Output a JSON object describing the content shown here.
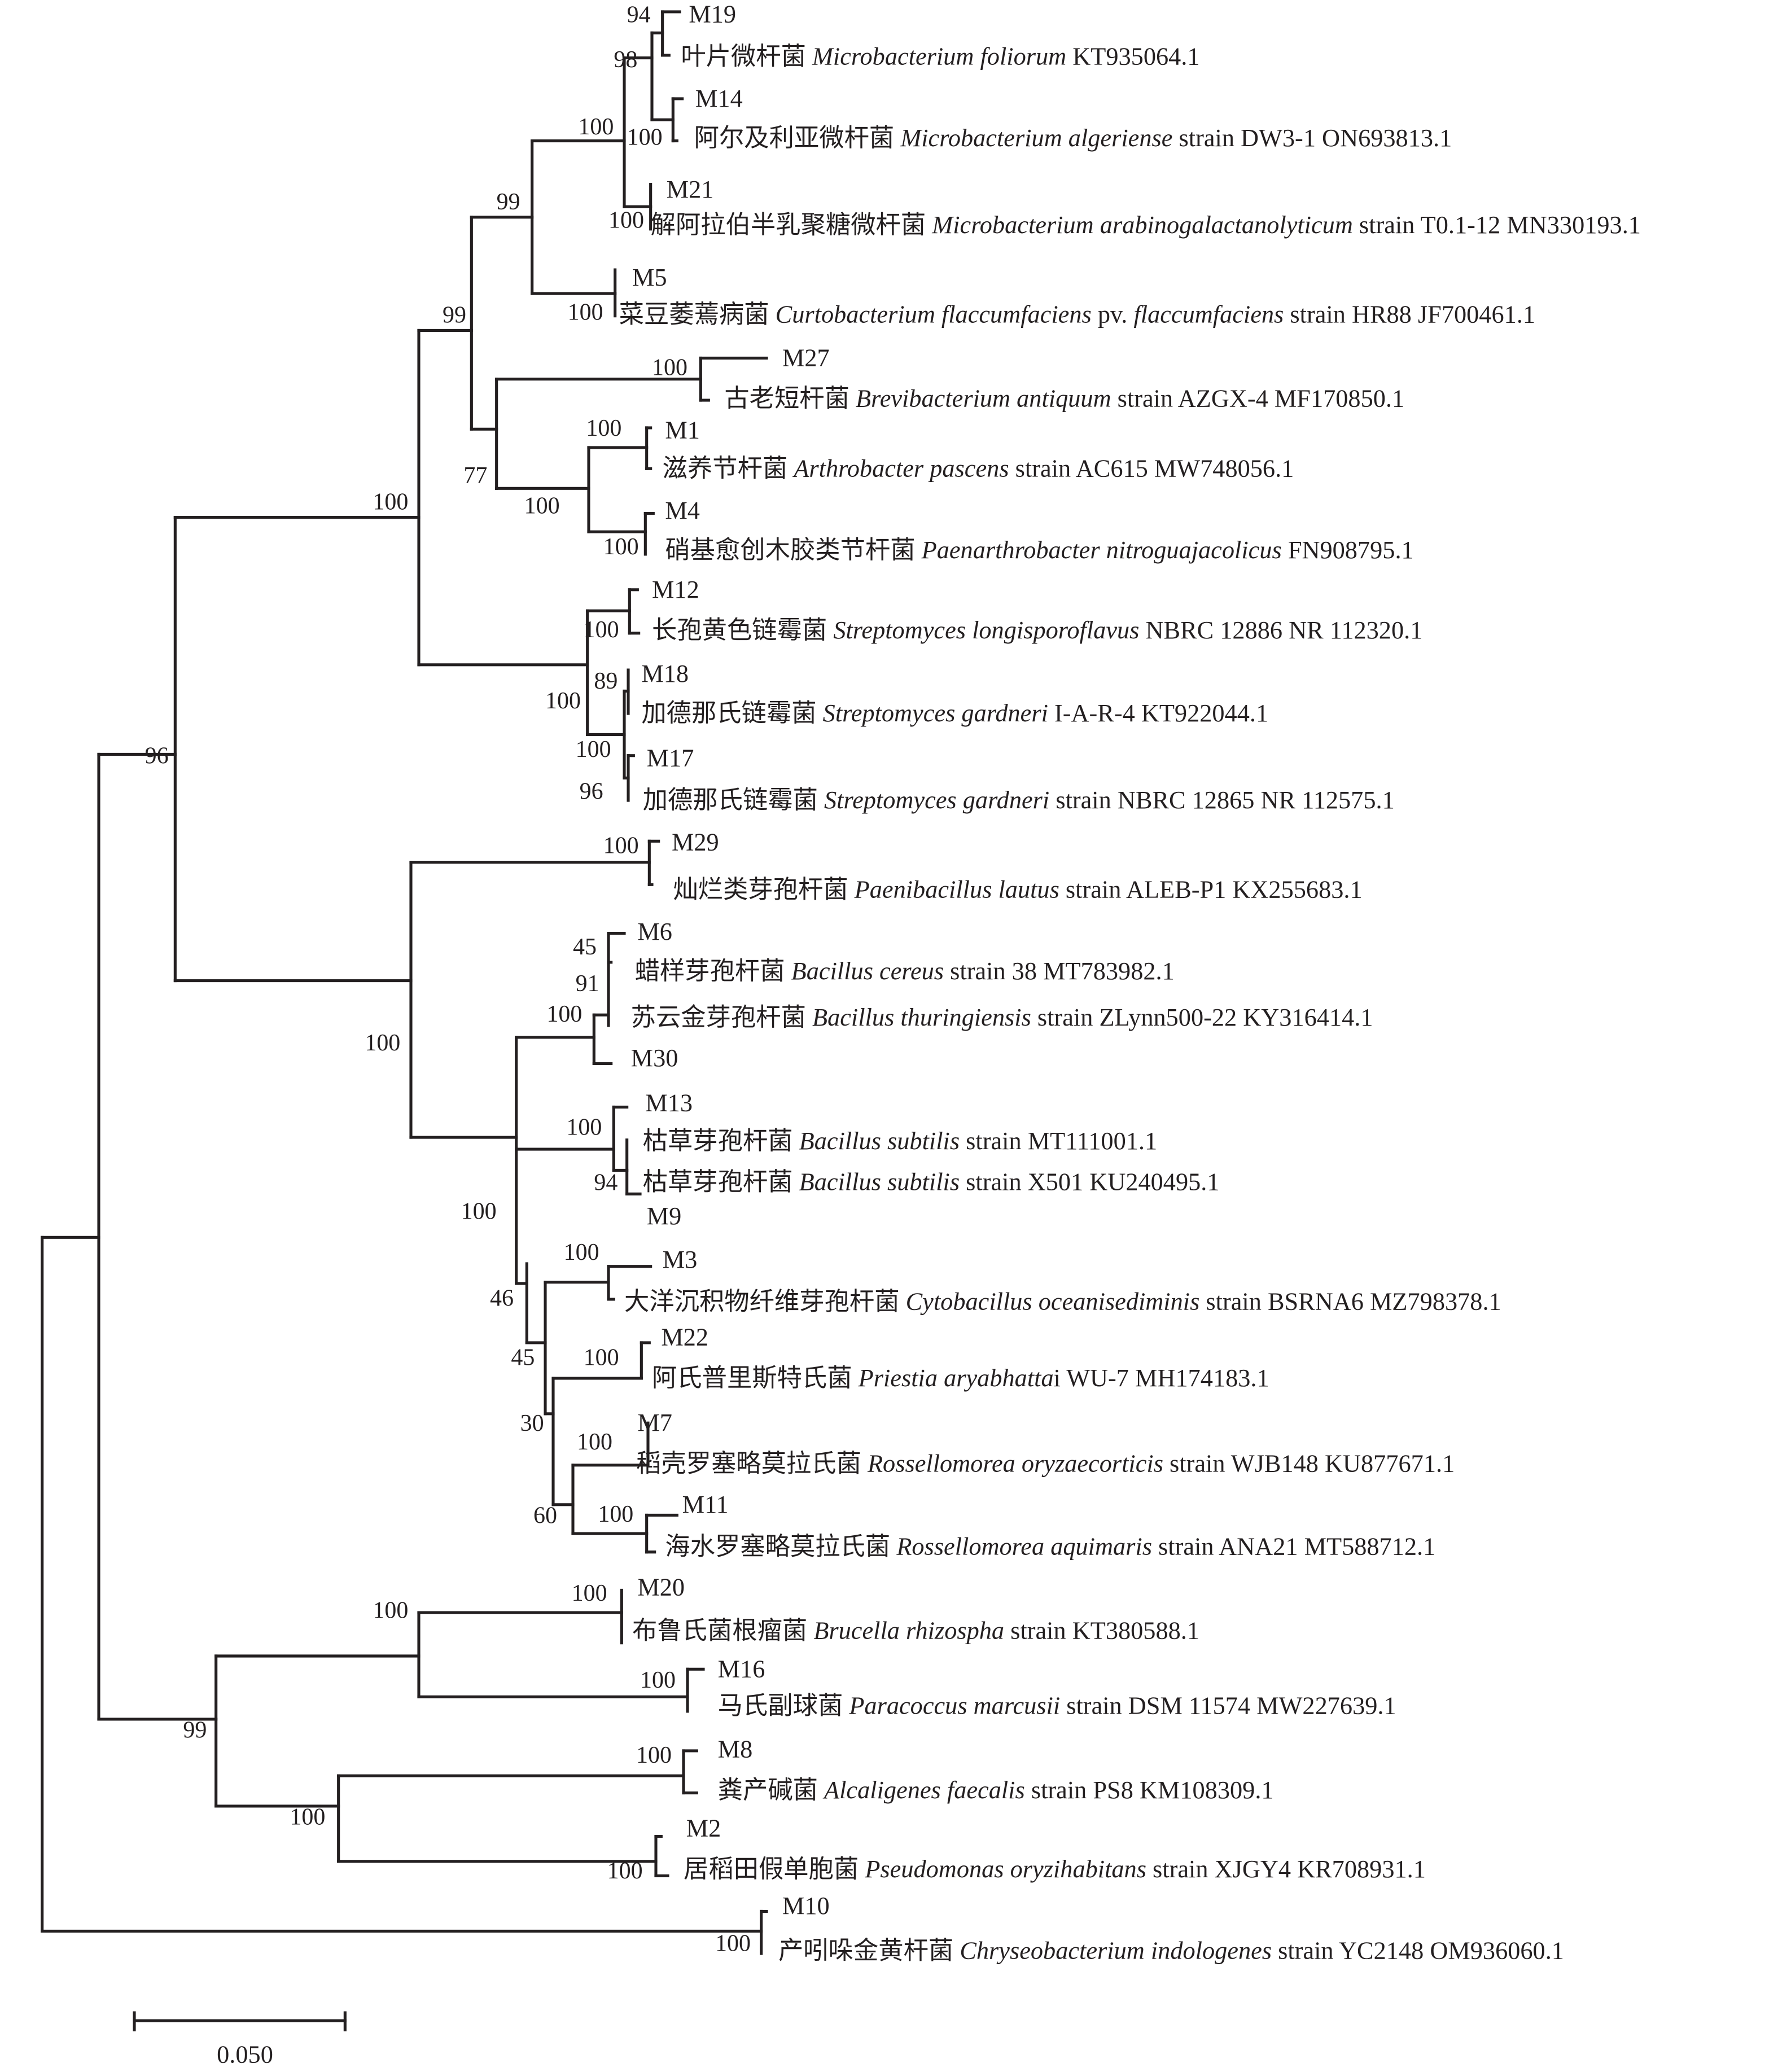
{
  "figure": {
    "type": "phylogenetic-tree",
    "scale_bar_label": "0.050",
    "scale_bar_value": 0.05,
    "line_color": "#231f20"
  },
  "isolates": [
    "M19",
    "M14",
    "M21",
    "M5",
    "M27",
    "M1",
    "M4",
    "M12",
    "M18",
    "M17",
    "M29",
    "M6",
    "M30",
    "M13",
    "M9",
    "M3",
    "M22",
    "M7",
    "M11",
    "M20",
    "M16",
    "M8",
    "M2",
    "M10"
  ],
  "references": [
    {
      "segments": [
        {
          "t": "叶片微杆菌 ",
          "i": false
        },
        {
          "t": "Microbacterium foliorum",
          "i": true
        },
        {
          "t": " KT935064.1",
          "i": false
        }
      ]
    },
    {
      "segments": [
        {
          "t": "阿尔及利亚微杆菌 ",
          "i": false
        },
        {
          "t": "Microbacterium algeriense",
          "i": true
        },
        {
          "t": " strain DW3-1 ON693813.1",
          "i": false
        }
      ]
    },
    {
      "segments": [
        {
          "t": "解阿拉伯半乳聚糖微杆菌 ",
          "i": false
        },
        {
          "t": "Microbacterium arabinogalactanolyticum",
          "i": true
        },
        {
          "t": " strain T0.1-12 MN330193.1",
          "i": false
        }
      ]
    },
    {
      "segments": [
        {
          "t": "菜豆萎蔫病菌 ",
          "i": false
        },
        {
          "t": "Curtobacterium flaccumfaciens",
          "i": true
        },
        {
          "t": " pv. ",
          "i": false
        },
        {
          "t": "flaccumfaciens",
          "i": true
        },
        {
          "t": " strain HR88 JF700461.1",
          "i": false
        }
      ]
    },
    {
      "segments": [
        {
          "t": "古老短杆菌 ",
          "i": false
        },
        {
          "t": "Brevibacterium antiquum",
          "i": true
        },
        {
          "t": " strain AZGX-4 MF170850.1",
          "i": false
        }
      ]
    },
    {
      "segments": [
        {
          "t": "滋养节杆菌 ",
          "i": false
        },
        {
          "t": "Arthrobacter pascens",
          "i": true
        },
        {
          "t": " strain AC615 MW748056.1",
          "i": false
        }
      ]
    },
    {
      "segments": [
        {
          "t": "硝基愈创木胶类节杆菌 ",
          "i": false
        },
        {
          "t": "Paenarthrobacter nitroguajacolicus",
          "i": true
        },
        {
          "t": " FN908795.1",
          "i": false
        }
      ]
    },
    {
      "segments": [
        {
          "t": "长孢黄色链霉菌 ",
          "i": false
        },
        {
          "t": "Streptomyces longisporoflavus",
          "i": true
        },
        {
          "t": " NBRC 12886 NR 112320.1",
          "i": false
        }
      ]
    },
    {
      "segments": [
        {
          "t": "加德那氏链霉菌 ",
          "i": false
        },
        {
          "t": "Streptomyces gardneri",
          "i": true
        },
        {
          "t": " I-A-R-4 KT922044.1",
          "i": false
        }
      ]
    },
    {
      "segments": [
        {
          "t": "加德那氏链霉菌 ",
          "i": false
        },
        {
          "t": "Streptomyces gardneri",
          "i": true
        },
        {
          "t": " strain NBRC 12865 NR 112575.1",
          "i": false
        }
      ]
    },
    {
      "segments": [
        {
          "t": "灿烂类芽孢杆菌 ",
          "i": false
        },
        {
          "t": "Paenibacillus lautus",
          "i": true
        },
        {
          "t": " strain ALEB-P1 KX255683.1",
          "i": false
        }
      ]
    },
    {
      "segments": [
        {
          "t": "蜡样芽孢杆菌 ",
          "i": false
        },
        {
          "t": "Bacillus cereus",
          "i": true
        },
        {
          "t": " strain 38 MT783982.1",
          "i": false
        }
      ]
    },
    {
      "segments": [
        {
          "t": "苏云金芽孢杆菌 ",
          "i": false
        },
        {
          "t": "Bacillus thuringiensis",
          "i": true
        },
        {
          "t": " strain ZLynn500-22 KY316414.1",
          "i": false
        }
      ]
    },
    {
      "segments": [
        {
          "t": "枯草芽孢杆菌 ",
          "i": false
        },
        {
          "t": "Bacillus subtilis",
          "i": true
        },
        {
          "t": " strain MT111001.1",
          "i": false
        }
      ]
    },
    {
      "segments": [
        {
          "t": "枯草芽孢杆菌 ",
          "i": false
        },
        {
          "t": "Bacillus subtilis",
          "i": true
        },
        {
          "t": " strain X501 KU240495.1",
          "i": false
        }
      ]
    },
    {
      "segments": [
        {
          "t": "大洋沉积物纤维芽孢杆菌 ",
          "i": false
        },
        {
          "t": "Cytobacillus oceanisediminis",
          "i": true
        },
        {
          "t": " strain BSRNA6 MZ798378.1",
          "i": false
        }
      ]
    },
    {
      "segments": [
        {
          "t": "阿氏普里斯特氏菌 ",
          "i": false
        },
        {
          "t": "Priestia aryabhatta",
          "i": true
        },
        {
          "t": "i WU-7 MH174183.1",
          "i": false
        }
      ]
    },
    {
      "segments": [
        {
          "t": "稻壳罗塞略莫拉氏菌 ",
          "i": false
        },
        {
          "t": "Rossellomorea oryzaecorticis",
          "i": true
        },
        {
          "t": " strain WJB148 KU877671.1",
          "i": false
        }
      ]
    },
    {
      "segments": [
        {
          "t": "海水罗塞略莫拉氏菌 ",
          "i": false
        },
        {
          "t": "Rossellomorea aquimaris",
          "i": true
        },
        {
          "t": " strain ANA21 MT588712.1",
          "i": false
        }
      ]
    },
    {
      "segments": [
        {
          "t": "布鲁氏菌根瘤菌 ",
          "i": false
        },
        {
          "t": "Brucella rhizospha",
          "i": true
        },
        {
          "t": " strain KT380588.1",
          "i": false
        }
      ]
    },
    {
      "segments": [
        {
          "t": "马氏副球菌 ",
          "i": false
        },
        {
          "t": "Paracoccus marcusii",
          "i": true
        },
        {
          "t": " strain DSM 11574 MW227639.1",
          "i": false
        }
      ]
    },
    {
      "segments": [
        {
          "t": "粪产碱菌 ",
          "i": false
        },
        {
          "t": "Alcaligenes faecalis",
          "i": true
        },
        {
          "t": " strain PS8 KM108309.1",
          "i": false
        }
      ]
    },
    {
      "segments": [
        {
          "t": "居稻田假单胞菌 ",
          "i": false
        },
        {
          "t": "Pseudomonas oryzihabitans",
          "i": true
        },
        {
          "t": " strain XJGY4 KR708931.1",
          "i": false
        }
      ]
    },
    {
      "segments": [
        {
          "t": "产吲哚金黄杆菌 ",
          "i": false
        },
        {
          "t": "Chryseobacterium indologenes",
          "i": true
        },
        {
          "t": " strain YC2148 OM936060.1",
          "i": false
        }
      ]
    }
  ],
  "bootstrap": [
    "94",
    "98",
    "100",
    "100",
    "100",
    "99",
    "100",
    "99",
    "100",
    "100",
    "77",
    "100",
    "100",
    "100",
    "100",
    "89",
    "100",
    "100",
    "96",
    "96",
    "100",
    "45",
    "91",
    "100",
    "100",
    "100",
    "94",
    "100",
    "100",
    "46",
    "45",
    "100",
    "30",
    "100",
    "60",
    "100",
    "100",
    "100",
    "100",
    "99",
    "100",
    "100",
    "100",
    "100"
  ]
}
